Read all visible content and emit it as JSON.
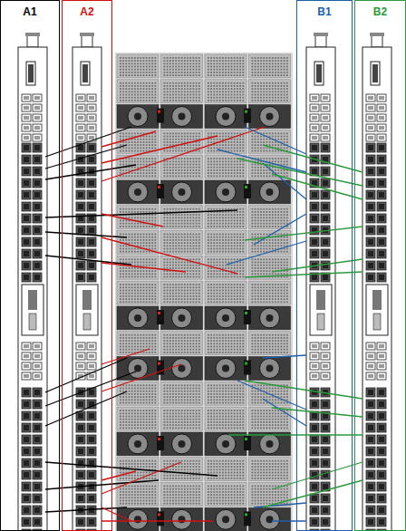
{
  "diagram": {
    "nodes": [
      {
        "text": [
          "A1"
        ]
      },
      {
        "text": [
          "A2"
        ]
      },
      {
        "text": [
          "B1"
        ]
      },
      {
        "text": [
          "B2"
        ]
      }
    ]
  }
}
